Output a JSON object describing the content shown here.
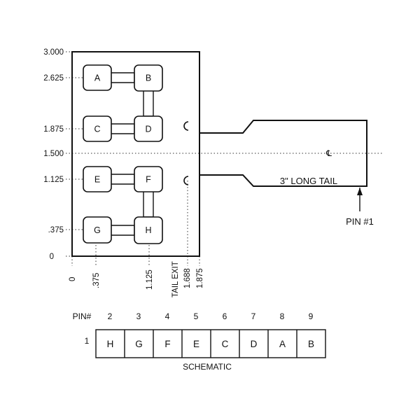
{
  "y_axis_labels": [
    "3.000",
    "2.625",
    "1.875",
    "1.500",
    "1.125",
    ".375",
    "0"
  ],
  "x_axis_labels": [
    "0",
    ".375",
    "1.125",
    "TAIL EXIT",
    "1.688",
    "1.875"
  ],
  "pads": [
    "A",
    "B",
    "C",
    "D",
    "E",
    "F",
    "G",
    "H"
  ],
  "tail_label": "3\" LONG TAIL",
  "pin_label": "PIN #1",
  "centerline_symbol": "℄",
  "pin_header": "PIN#",
  "pin_one": "1",
  "pin_numbers": [
    "2",
    "3",
    "4",
    "5",
    "6",
    "7",
    "8",
    "9"
  ],
  "schematic_cells": [
    "H",
    "G",
    "F",
    "E",
    "C",
    "D",
    "A",
    "B"
  ],
  "schematic_label": "SCHEMATIC"
}
